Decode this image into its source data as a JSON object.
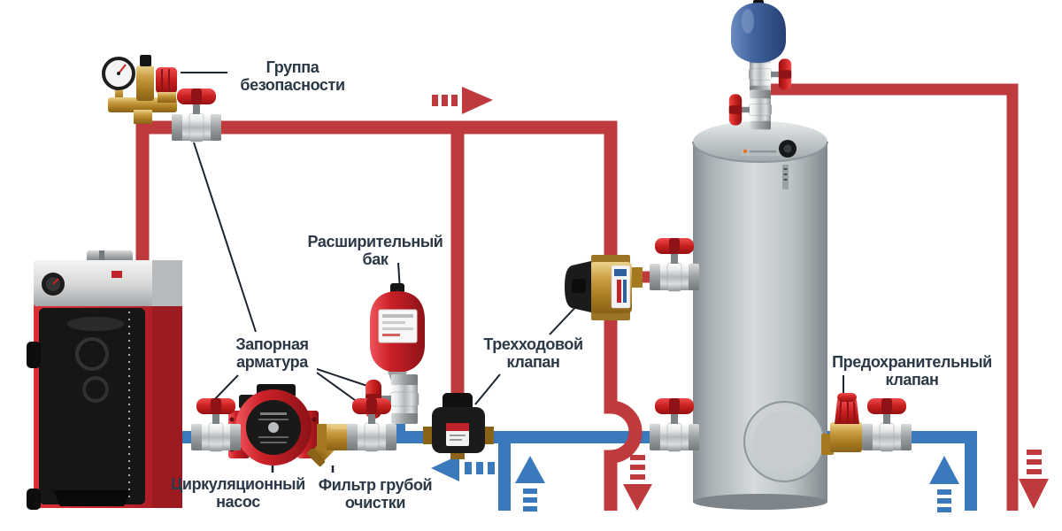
{
  "diagram": {
    "labels": {
      "safety_group": "Группа безопасности",
      "expansion_tank": "Расширительный бак",
      "shutoff_valves": "Запорная арматура",
      "three_way_valve": "Трехходовой клапан",
      "relief_valve": "Предохранительный клапан",
      "circulation_pump": "Циркуляционный насос",
      "coarse_filter": "Фильтр грубой очистки"
    },
    "colors": {
      "hot_pipe": "#bf3a3d",
      "cold_pipe": "#3a7abc",
      "label_text": "#2b3847",
      "valve_handle": "#c8201f",
      "brass": "#c89b3f",
      "tank_gray": "#bac1c4",
      "boiler_red": "#c0232a"
    }
  }
}
